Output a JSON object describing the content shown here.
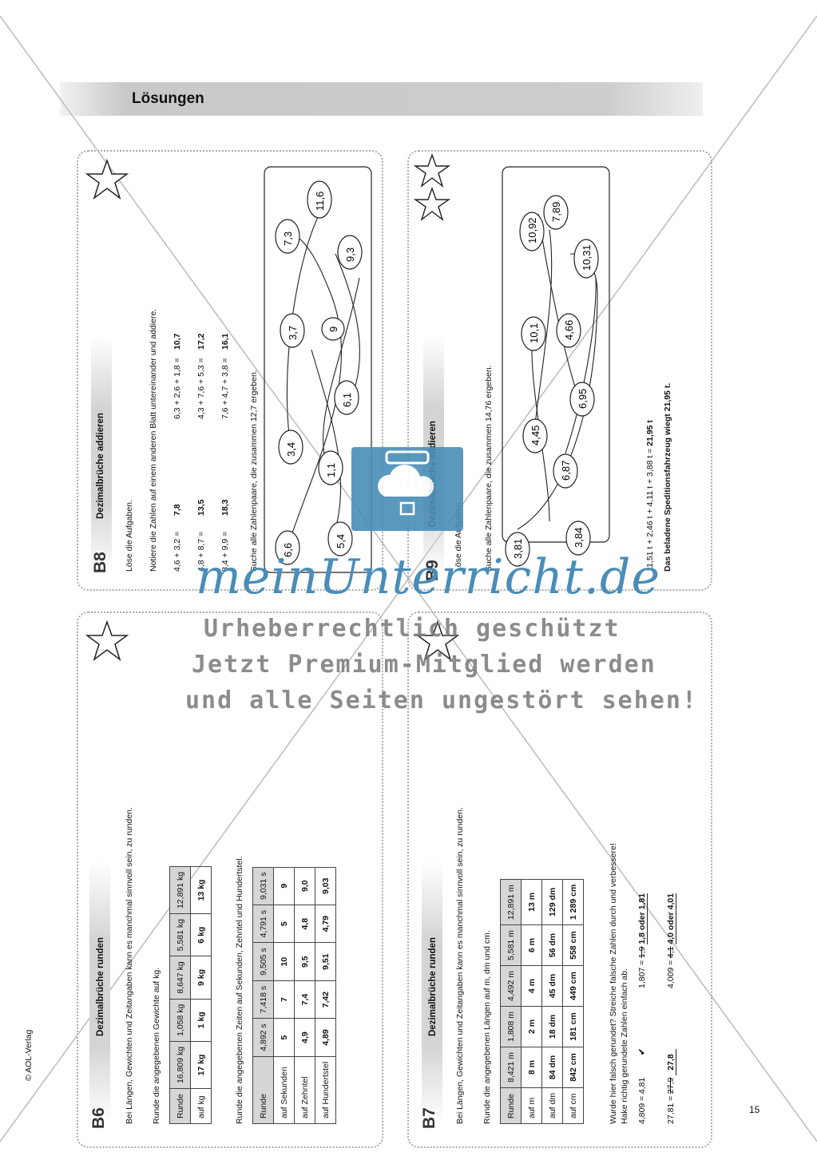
{
  "page": {
    "header_title": "Lösungen",
    "footer_left": "© AOL-Verlag",
    "page_number": "15"
  },
  "b6": {
    "code": "B6",
    "title": "Dezimalbrüche runden",
    "intro": "Bei Längen, Gewichten und Zeitangaben kann es manchmal sinnvoll sein, zu runden.",
    "t1_caption": "Runde die angegebenen Gewichte auf kg.",
    "t1": [
      [
        "Runde",
        "16,809 kg",
        "1,058 kg",
        "8,647 kg",
        "5,581 kg",
        "12,891 kg"
      ],
      [
        "auf kg",
        "17 kg",
        "1 kg",
        "9 kg",
        "6 kg",
        "13 kg"
      ]
    ],
    "t2_caption": "Runde die angegebenen Zeiten auf Sekunden, Zehntel und Hundertstel.",
    "t2": [
      [
        "Runde",
        "4,892 s",
        "7,418 s",
        "9,505 s",
        "4,791 s",
        "9,031 s"
      ],
      [
        "auf Sekunden",
        "5",
        "7",
        "10",
        "5",
        "9"
      ],
      [
        "auf Zehntel",
        "4,9",
        "7,4",
        "9,5",
        "4,8",
        "9,0"
      ],
      [
        "auf Hundertstel",
        "4,89",
        "7,42",
        "9,51",
        "4,79",
        "9,03"
      ]
    ]
  },
  "b7": {
    "code": "B7",
    "title": "Dezimalbrüche runden",
    "intro": "Bei Längen, Gewichten und Zeitangaben kann es manchmal sinnvoll sein, zu runden.",
    "t_caption": "Runde die angegebenen Längen auf m, dm und cm.",
    "t": [
      [
        "Runde",
        "8,421 m",
        "1,808 m",
        "4,492 m",
        "5,581 m",
        "12,891 m"
      ],
      [
        "auf m",
        "8 m",
        "2 m",
        "4 m",
        "6 m",
        "13 m"
      ],
      [
        "auf dm",
        "84 dm",
        "18 dm",
        "45 dm",
        "56 dm",
        "129 dm"
      ],
      [
        "auf cm",
        "842 cm",
        "181 cm",
        "449 cm",
        "558 cm",
        "1 289 cm"
      ]
    ],
    "q_line1": "Wurde hier falsch gerundet? Streiche falsche Zahlen durch und verbessere!",
    "q_line2": "Hake richtig gerundete Zahlen einfach ab.",
    "items": [
      {
        "expr": "4,809 ≈ 4,81",
        "answer": "✔"
      },
      {
        "expr": "27,81 ≈",
        "struck": "27,9",
        "answer": "27,8"
      },
      {
        "expr": "1,807 ≈",
        "struck": "1,9",
        "answer": "1,8 oder 1,81"
      },
      {
        "expr": "4,009 ≈",
        "struck": "4,1",
        "answer": "4,0 oder 4,01"
      }
    ]
  },
  "b8": {
    "code": "B8",
    "title": "Dezimalbrüche addieren",
    "task1": "Löse die Aufgaben.",
    "task2": "Notiere die Zahlen auf einem anderen Blatt untereinander und addiere.",
    "sums": [
      {
        "expr": "4,6 + 3,2 =",
        "res": "7,8"
      },
      {
        "expr": "4,8 + 8,7 =",
        "res": "13,5"
      },
      {
        "expr": "8,4 + 9,9 =",
        "res": "18,3"
      },
      {
        "expr": "6,3 + 2,6 + 1,8 =",
        "res": "10,7"
      },
      {
        "expr": "4,3 + 7,6 + 5,3 =",
        "res": "17,2"
      },
      {
        "expr": "7,6 + 4,7 + 3,8 =",
        "res": "16,1"
      }
    ],
    "task3": "Suche alle Zahlenpaare, die zusammen 12,7 ergeben.",
    "numbers": [
      "6,6",
      "5,4",
      "3,4",
      "1,1",
      "6,1",
      "3,7",
      "9",
      "7,3",
      "11,6",
      "9,3"
    ]
  },
  "b9": {
    "code": "B9",
    "title": "Dezimalbrüche addieren",
    "task1": "Löse die Aufgaben.",
    "task3": "Suche alle Zahlenpaare, die zusammen 14,76 ergeben.",
    "numbers": [
      "3,81",
      "3,84",
      "4,45",
      "6,87",
      "6,95",
      "10,1",
      "4,66",
      "10,92",
      "7,89",
      "10,31"
    ],
    "calc": "11,51 t + 2,46 t + 4,11 t + 3,88 t =",
    "calc_res": "21,95 t",
    "answer": "Das beladene Speditionsfahrzeug wiegt 21,95 t."
  },
  "watermark": {
    "brand": "meinUnterricht.de",
    "line1": "Urheberrechtlich geschützt",
    "line2": "Jetzt Premium-Mitglied werden",
    "line3": "und alle Seiten ungestört sehen!"
  }
}
